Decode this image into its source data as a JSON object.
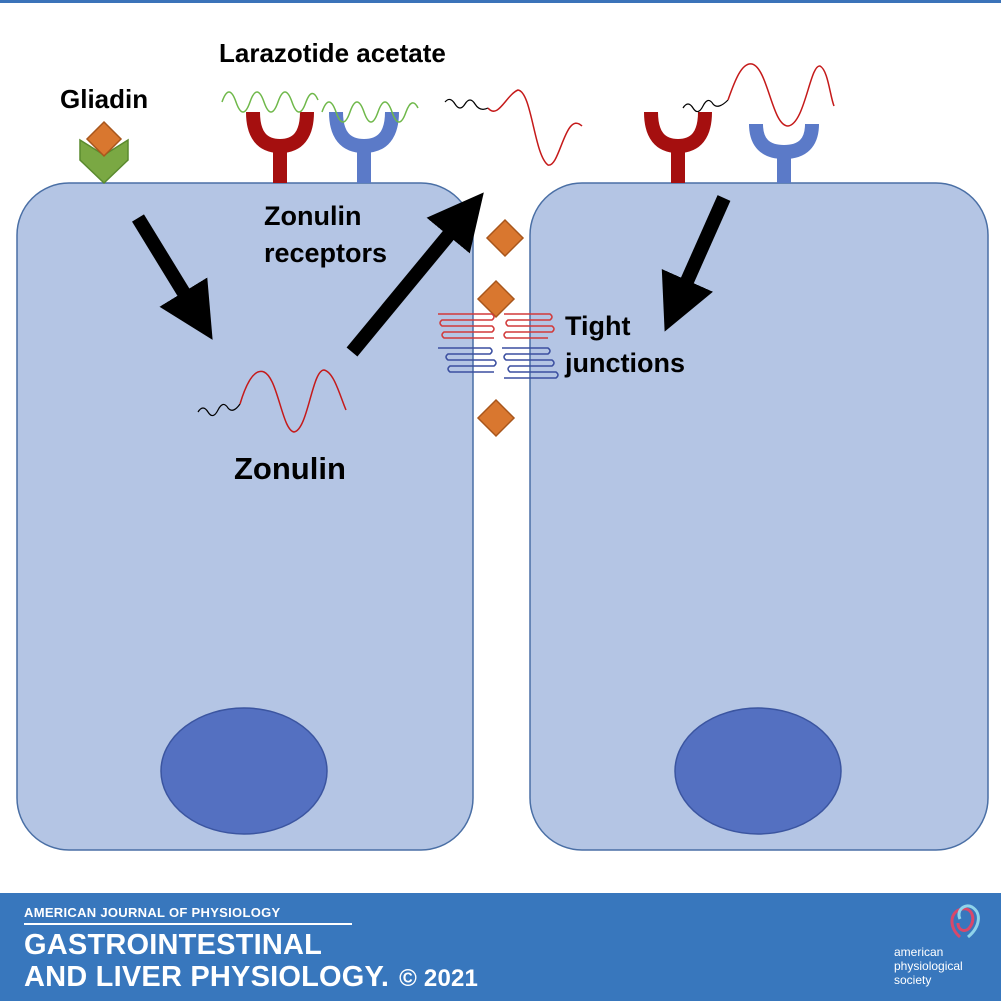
{
  "labels": {
    "gliadin": "Gliadin",
    "larazotide": "Larazotide acetate",
    "zonulin_receptors": "Zonulin receptors",
    "tight_junctions": "Tight junctions",
    "zonulin": "Zonulin"
  },
  "footer": {
    "journal_top": "AMERICAN JOURNAL OF PHYSIOLOGY",
    "journal_line1": "GASTROINTESTINAL",
    "journal_line2": "AND LIVER PHYSIOLOGY.",
    "copyright": "© 2021",
    "society": "american\nphysiological\nsociety"
  },
  "colors": {
    "cell_fill": "#b4c5e4",
    "cell_stroke": "#4a6fa5",
    "nucleus": "#5470c1",
    "receptor_red": "#a50f0f",
    "receptor_blue": "#5b7ac8",
    "gliadin": "#d9772f",
    "footer": "#3877bd"
  }
}
